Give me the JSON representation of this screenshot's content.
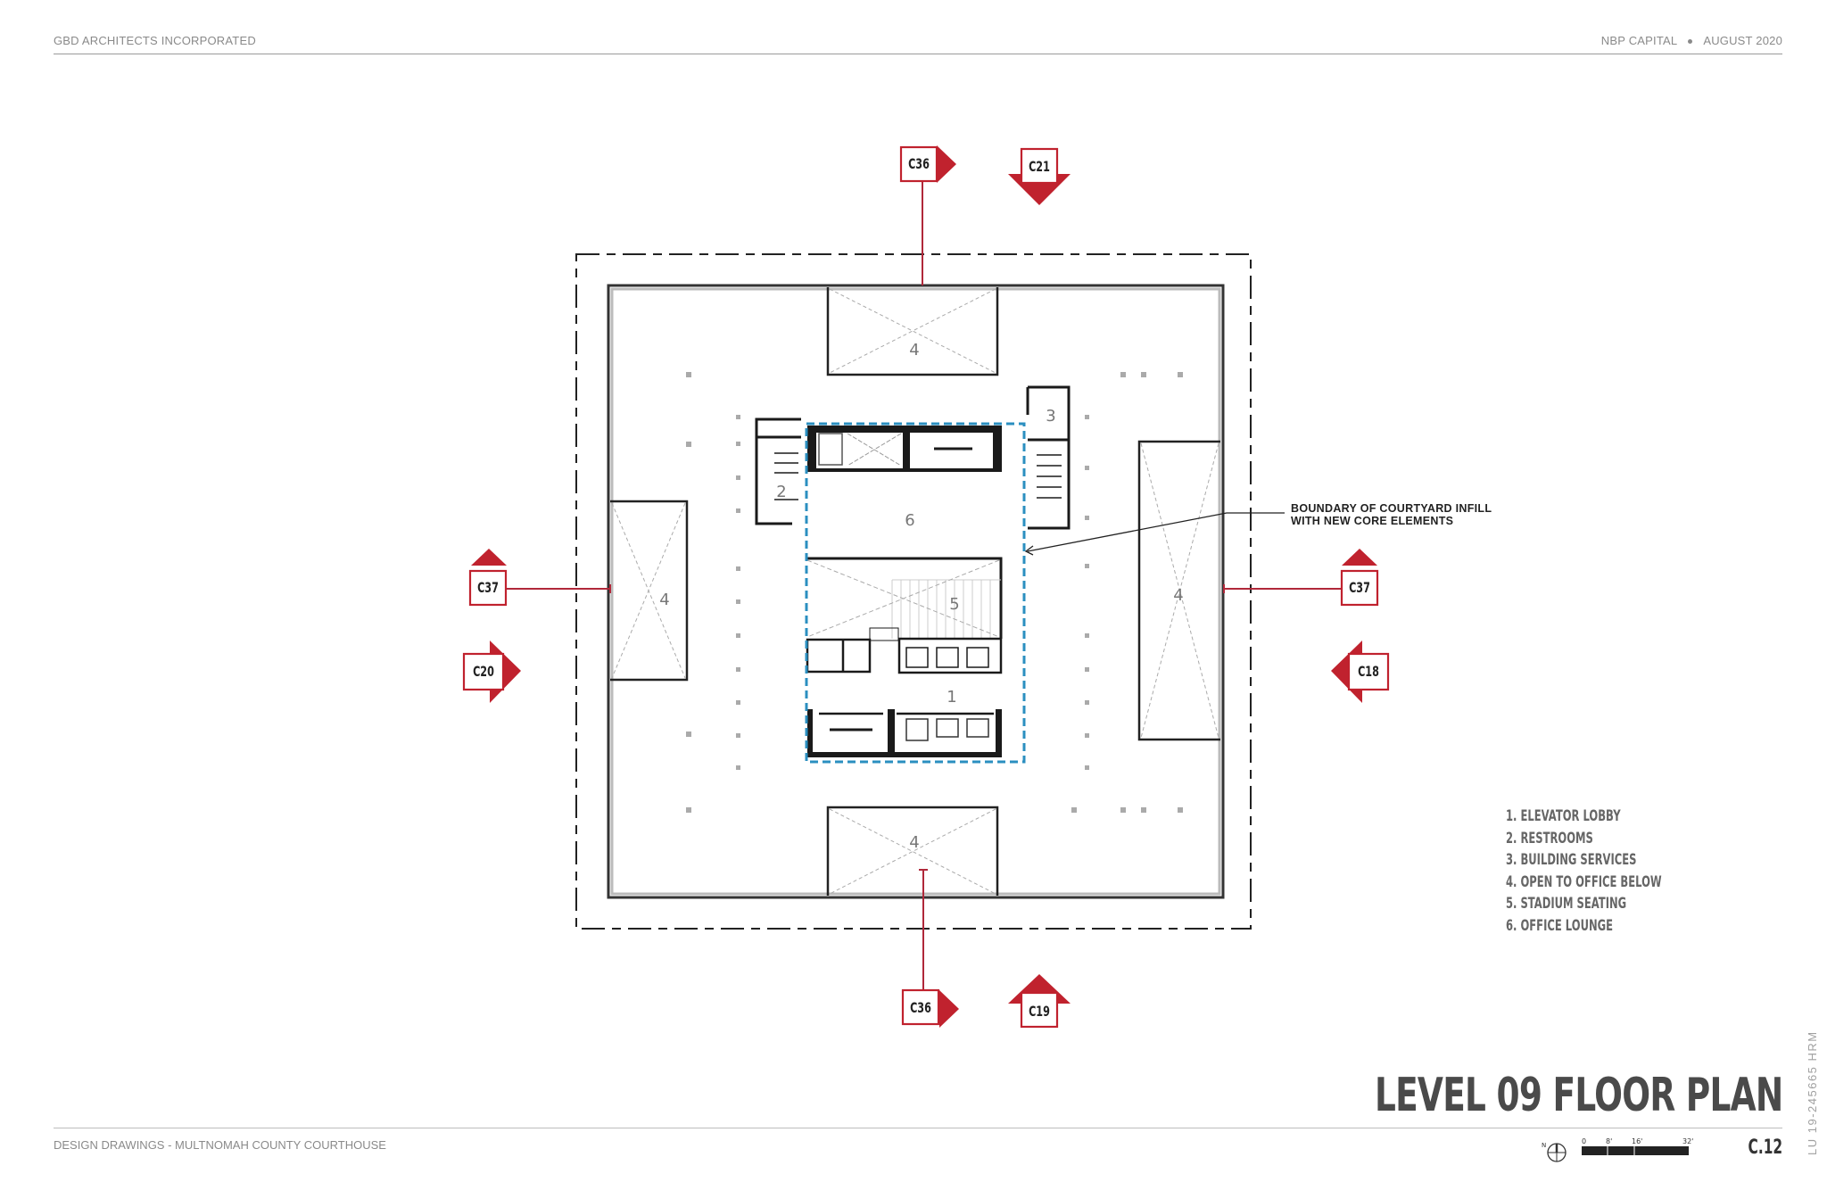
{
  "header": {
    "firm": "GBD ARCHITECTS INCORPORATED",
    "client": "NBP CAPITAL",
    "date": "AUGUST 2020"
  },
  "footer": {
    "project": "DESIGN DRAWINGS - MULTNOMAH COUNTY COURTHOUSE",
    "sheet_title": "LEVEL 09 FLOOR PLAN",
    "sheet_number": "C.12",
    "permit_ref": "LU  19-245665 HRM",
    "north_label": "N",
    "scale_ticks": [
      "0",
      "8'",
      "16'",
      "32'"
    ]
  },
  "callout": {
    "line1": "BOUNDARY OF COURTYARD INFILL",
    "line2": "WITH NEW CORE ELEMENTS"
  },
  "legend": [
    "1. ELEVATOR LOBBY",
    "2. RESTROOMS",
    "3. BUILDING SERVICES",
    "4. OPEN TO OFFICE BELOW",
    "5. STADIUM SEATING",
    "6. OFFICE LOUNGE"
  ],
  "room_numbers": {
    "elevator_lobby": "1",
    "restrooms": "2",
    "building_services": "3",
    "open_below": "4",
    "stadium_seating": "5",
    "office_lounge": "6"
  },
  "markers": {
    "section_top": "C36",
    "elev_top": "C21",
    "section_left": "C37",
    "elev_left": "C20",
    "section_right": "C37",
    "elev_right": "C18",
    "section_bottom": "C36",
    "elev_bottom": "C19"
  },
  "colors": {
    "marker_red": "#c0222e",
    "boundary_blue": "#2b8fc0",
    "wall": "#1a1a1a",
    "text_grey": "#8a8a8a"
  }
}
